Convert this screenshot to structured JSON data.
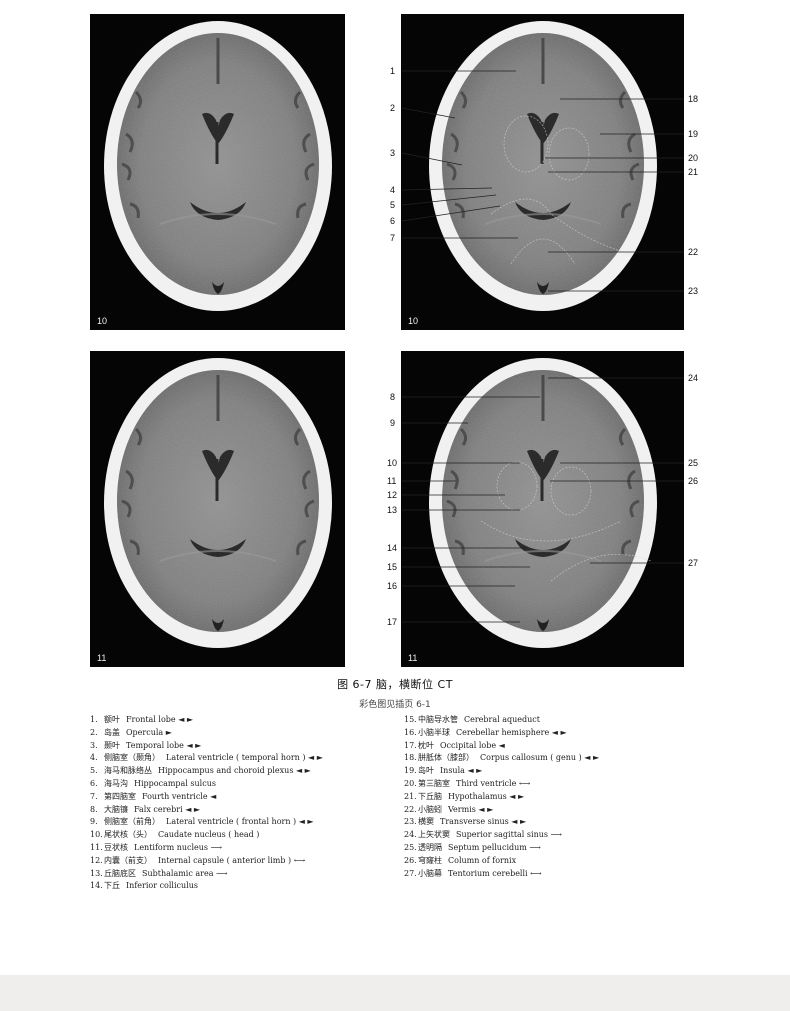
{
  "panels": [
    {
      "id": "p10a",
      "label": "10"
    },
    {
      "id": "p10b",
      "label": "10"
    },
    {
      "id": "p11a",
      "label": "11"
    },
    {
      "id": "p11b",
      "label": "11"
    }
  ],
  "callouts_left_upper": [
    "1",
    "2",
    "3",
    "4",
    "5",
    "6",
    "7"
  ],
  "callouts_right_upper": [
    "18",
    "19",
    "20",
    "21",
    "22",
    "23"
  ],
  "callouts_left_lower": [
    "8",
    "9",
    "10",
    "11",
    "12",
    "13",
    "14",
    "15",
    "16",
    "17"
  ],
  "callouts_right_lower": [
    "24",
    "25",
    "26",
    "27"
  ],
  "caption": {
    "figure": "图 6-7  脑，横断位 CT",
    "subtitle": "彩色图见插页 6-1"
  },
  "legend_left": [
    {
      "n": "1.",
      "zh": "额叶",
      "en": "Frontal lobe ◄ ►"
    },
    {
      "n": "2.",
      "zh": "岛盖",
      "en": "Opercula ►"
    },
    {
      "n": "3.",
      "zh": "颞叶",
      "en": "Temporal lobe ◄ ►"
    },
    {
      "n": "4.",
      "zh": "侧脑室（颞角）",
      "en": "Lateral ventricle ( temporal horn ) ◄ ►"
    },
    {
      "n": "5.",
      "zh": "海马和脉络丛",
      "en": "Hippocampus and choroid plexus ◄ ►"
    },
    {
      "n": "6.",
      "zh": "海马沟",
      "en": "Hippocampal sulcus"
    },
    {
      "n": "7.",
      "zh": "第四脑室",
      "en": "Fourth ventricle ◄"
    },
    {
      "n": "8.",
      "zh": "大脑镰",
      "en": "Falx cerebri ◄ ►"
    },
    {
      "n": "9.",
      "zh": "侧脑室（前角）",
      "en": "Lateral ventricle ( frontal horn ) ◄ ►"
    },
    {
      "n": "10.",
      "zh": "尾状核（头）",
      "en": "Caudate nucleus ( head )"
    },
    {
      "n": "11.",
      "zh": "豆状核",
      "en": "Lentiform nucleus ⟶"
    },
    {
      "n": "12.",
      "zh": "内囊（前支）",
      "en": "Internal capsule ( anterior limb ) ⟷"
    },
    {
      "n": "13.",
      "zh": "丘脑底区",
      "en": "Subthalamic area ⟶"
    },
    {
      "n": "14.",
      "zh": "下丘",
      "en": "Inferior colliculus"
    }
  ],
  "legend_right": [
    {
      "n": "15.",
      "zh": "中脑导水管",
      "en": "Cerebral aqueduct"
    },
    {
      "n": "16.",
      "zh": "小脑半球",
      "en": "Cerebellar hemisphere ◄ ►"
    },
    {
      "n": "17.",
      "zh": "枕叶",
      "en": "Occipital lobe ◄"
    },
    {
      "n": "18.",
      "zh": "胼胝体（膝部）",
      "en": "Corpus callosum ( genu ) ◄ ►"
    },
    {
      "n": "19.",
      "zh": "岛叶",
      "en": "Insula ◄ ►"
    },
    {
      "n": "20.",
      "zh": "第三脑室",
      "en": "Third ventricle ⟷"
    },
    {
      "n": "21.",
      "zh": "下丘脑",
      "en": "Hypothalamus ◄ ►"
    },
    {
      "n": "22.",
      "zh": "小脑蚓",
      "en": "Vermis ◄ ►"
    },
    {
      "n": "23.",
      "zh": "横窦",
      "en": "Transverse sinus ◄ ►"
    },
    {
      "n": "24.",
      "zh": "上矢状窦",
      "en": "Superior sagittal sinus ⟶"
    },
    {
      "n": "25.",
      "zh": "透明隔",
      "en": "Septum pellucidum ⟶"
    },
    {
      "n": "26.",
      "zh": "穹窿柱",
      "en": "Column of fornix"
    },
    {
      "n": "27.",
      "zh": "小脑幕",
      "en": "Tentorium cerebelli ⟷"
    }
  ]
}
